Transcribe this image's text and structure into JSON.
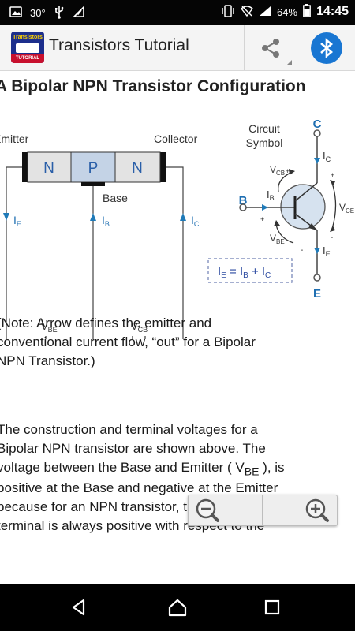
{
  "status_bar": {
    "temperature": "30°",
    "battery": "64%",
    "time": "14:45"
  },
  "app_bar": {
    "logo_text_top": "Transistors",
    "logo_text_bottom": "TUTORIAL",
    "title": "Transistors Tutorial"
  },
  "section": {
    "title": "A Bipolar NPN Transistor Configuration"
  },
  "diagram": {
    "emitter_label": "Emitter",
    "collector_label": "Collector",
    "regions": [
      "N",
      "P",
      "N"
    ],
    "base_label": "Base",
    "ie": "I",
    "ie_sub": "E",
    "ib": "I",
    "ib_sub": "B",
    "ic": "I",
    "ic_sub": "C",
    "vbe": "V",
    "vbe_sub": "BE",
    "vcb": "V",
    "vcb_sub": "CB",
    "circuit_symbol_l1": "Circuit",
    "circuit_symbol_l2": "Symbol",
    "term_c": "C",
    "term_b": "B",
    "term_e": "E",
    "sym_ic": "I",
    "sym_ic_sub": "C",
    "sym_ib": "I",
    "sym_ib_sub": "B",
    "sym_ie": "I",
    "sym_ie_sub": "E",
    "sym_vcb": "V",
    "sym_vcb_sub": "CB",
    "sym_vbe": "V",
    "sym_vbe_sub": "BE",
    "sym_vce": "V",
    "sym_vce_sub": "CE",
    "eq_ie": "I",
    "eq_ie_sub": "E",
    "eq_mid": " = I",
    "eq_ib_sub": "B",
    "eq_plus": " + I",
    "eq_ic_sub": "C"
  },
  "note": {
    "line1": "(Note: Arrow defines the emitter and",
    "line2": "conventional current flow, “out” for a Bipolar",
    "line3": "NPN Transistor.)"
  },
  "body": {
    "line1": "The construction and terminal voltages for a",
    "line2": "Bipolar NPN transistor are shown above. The",
    "line3_pre": "voltage between the Base and Emitter ( V",
    "line3_sub": "BE",
    "line3_post": " ), is",
    "line4": "positive at the Base and negative at the Emitter",
    "line5": "because for an NPN transistor, the Base",
    "line6": "terminal is always positive with respect to the"
  }
}
